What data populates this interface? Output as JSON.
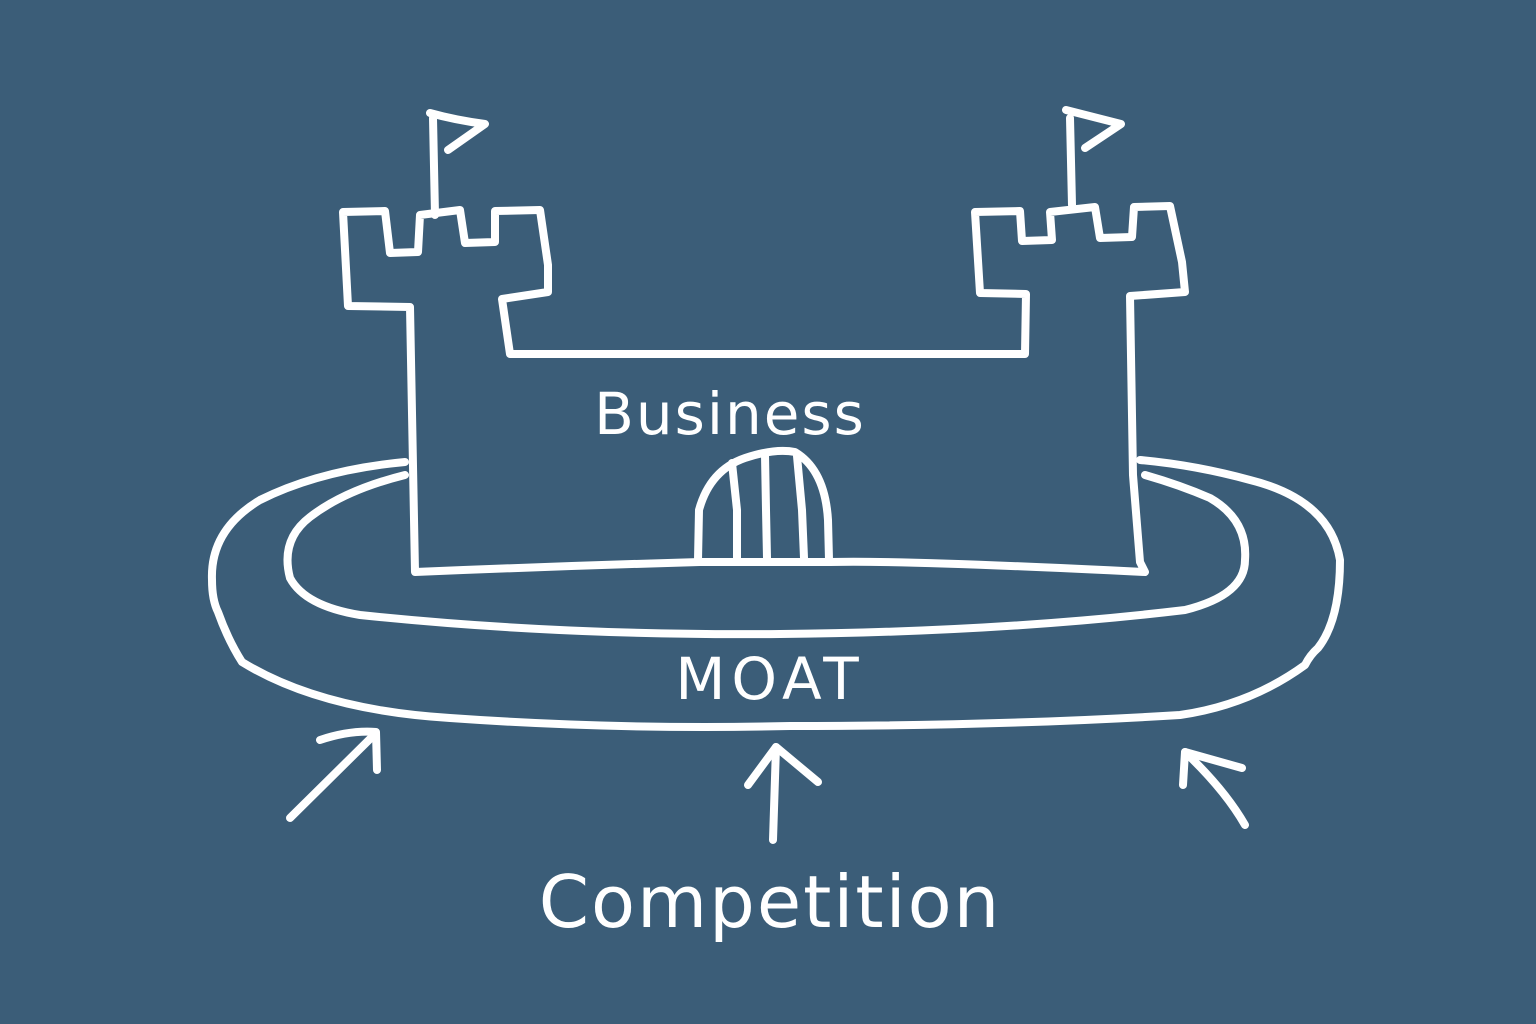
{
  "diagram": {
    "background_color": "#3b5d78",
    "stroke_color": "#ffffff",
    "labels": {
      "business": "Business",
      "moat": "MOAT",
      "competition": "Competition"
    },
    "elements": {
      "castle": "castle with two towers, flags, and gate",
      "moat": "ring surrounding castle",
      "arrows": 3
    }
  }
}
